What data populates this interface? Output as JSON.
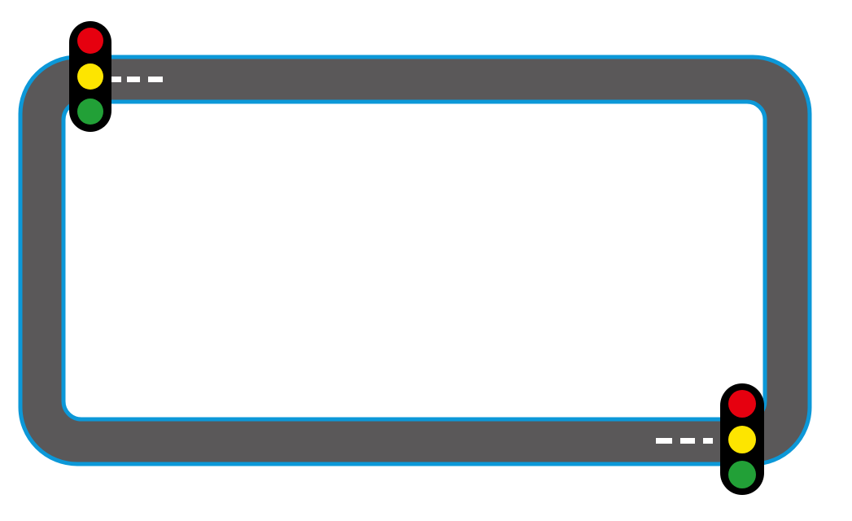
{
  "scene": {
    "background": "#ffffff",
    "road": {
      "asphalt_color": "#5a5859",
      "outline_color": "#0c98d8",
      "inner_fill": "#ffffff",
      "lane_marking_color": "#ffffff"
    },
    "traffic_lights": [
      {
        "id": "top-left",
        "housing_color": "#000000",
        "lamps": [
          {
            "name": "red",
            "color": "#e6000f"
          },
          {
            "name": "yellow",
            "color": "#fde500"
          },
          {
            "name": "green",
            "color": "#22a037"
          }
        ]
      },
      {
        "id": "bottom-right",
        "housing_color": "#000000",
        "lamps": [
          {
            "name": "red",
            "color": "#e6000f"
          },
          {
            "name": "yellow",
            "color": "#fde500"
          },
          {
            "name": "green",
            "color": "#22a037"
          }
        ]
      }
    ]
  }
}
